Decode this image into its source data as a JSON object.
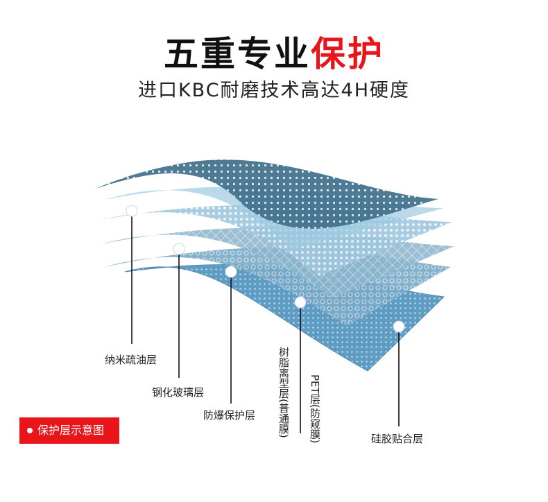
{
  "heading": {
    "title_black": "五重专业",
    "title_red": "保护",
    "subtitle": "进口KBC耐磨技术高达4H硬度"
  },
  "layers": {
    "l1": "纳米疏油层",
    "l2": "钢化玻璃层",
    "l3": "防爆保护层",
    "l4": "树脂离型层(普通膜)",
    "l5": "PET层(防窥膜)",
    "l6": "硅胶贴合层"
  },
  "badge": {
    "label": "保护层示意图"
  },
  "colors": {
    "accent": "#e8151b",
    "text": "#222222",
    "layer_blue": "#6ea6c9"
  }
}
